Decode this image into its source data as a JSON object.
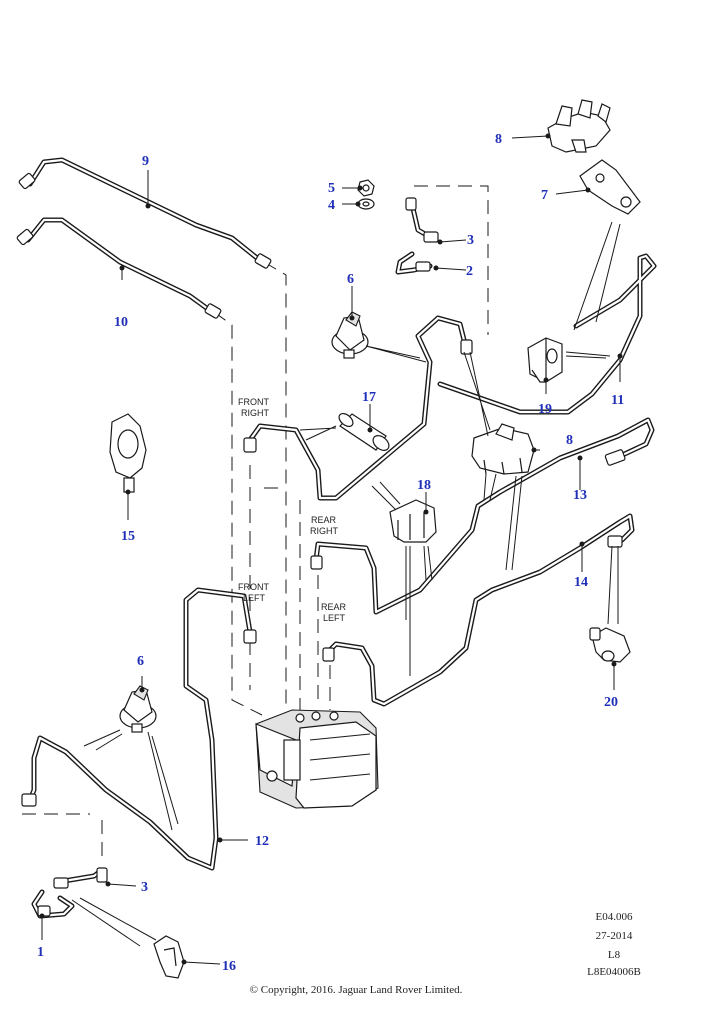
{
  "diagram": {
    "callouts": [
      "1",
      "2",
      "3",
      "3",
      "4",
      "5",
      "6",
      "6",
      "7",
      "8",
      "8",
      "9",
      "10",
      "11",
      "12",
      "13",
      "14",
      "15",
      "16",
      "17",
      "18",
      "19",
      "20"
    ],
    "region_labels": {
      "front_right": [
        "FRONT",
        "RIGHT"
      ],
      "rear_right": [
        "REAR",
        "RIGHT"
      ],
      "front_left": [
        "FRONT",
        "LEFT"
      ],
      "rear_left": [
        "REAR",
        "LEFT"
      ]
    },
    "reference": {
      "line1": "E04.006",
      "line2": "27-2014",
      "line3": "L8",
      "line4": "L8E04006B"
    },
    "copyright": "© Copyright, 2016. Jaguar Land Rover Limited."
  }
}
